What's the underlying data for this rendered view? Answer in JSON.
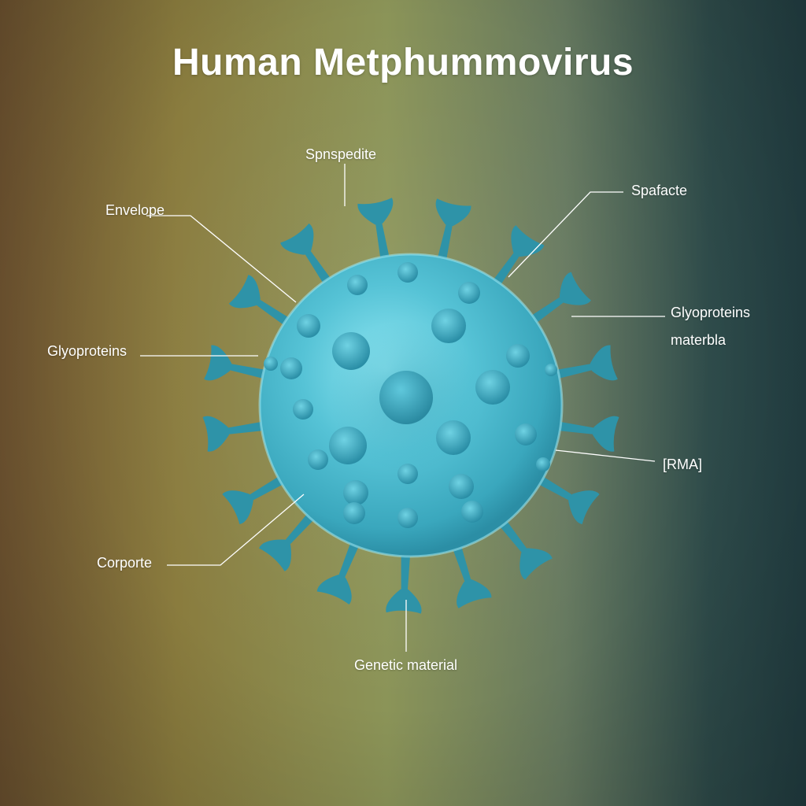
{
  "title": "Human Metphummovirus",
  "labels": {
    "spnspedite": "Spnspedite",
    "envelope": "Envelope",
    "spafacte": "Spafacte",
    "glyoproteins_right": "Glyoproteins",
    "materbla": "materbla",
    "glyoproteins_left": "Glyoproteins",
    "rma": "[RMA]",
    "corporte": "Corporte",
    "genetic_material": "Genetic material"
  },
  "colors": {
    "virus": "#48b8cc",
    "spike": "#2e93a8",
    "line": "#ffffff"
  }
}
